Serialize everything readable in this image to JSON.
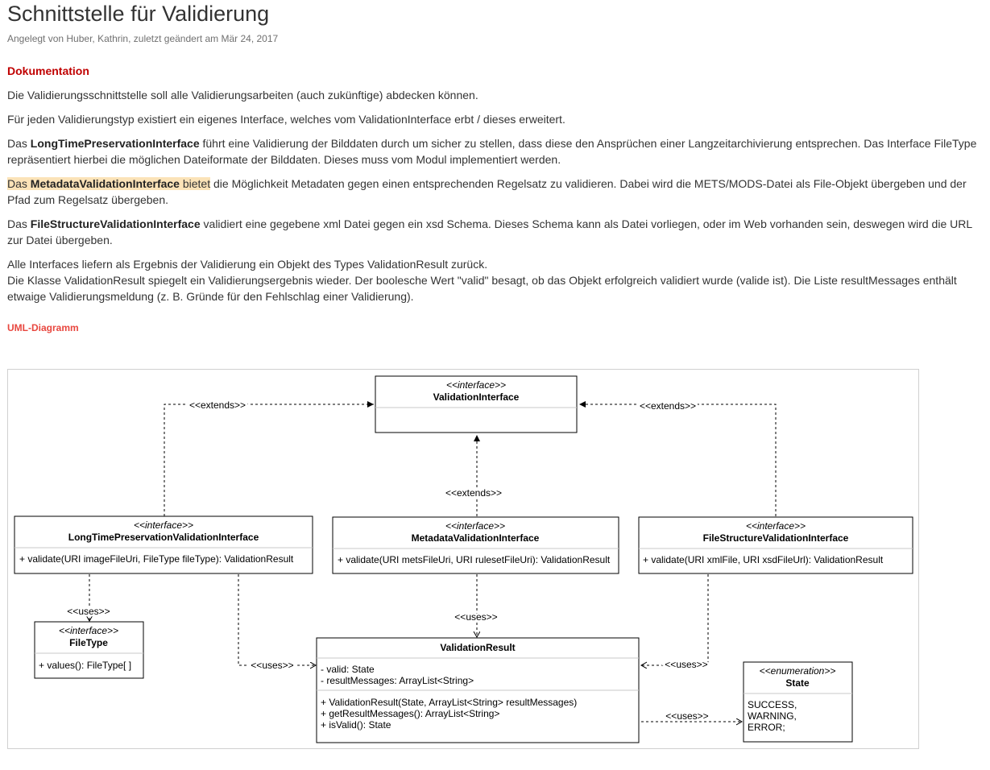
{
  "page": {
    "title": "Schnittstelle für Validierung",
    "meta": "Angelegt von Huber, Kathrin, zuletzt geändert am Mär 24, 2017",
    "section_doc": "Dokumentation",
    "section_uml": "UML-Diagramm"
  },
  "paragraphs": {
    "p1": "Die Validierungsschnittstelle soll alle Validierungsarbeiten (auch zukünftige) abdecken können.",
    "p2": "Für jeden Validierungstyp existiert ein eigenes Interface, welches vom ValidationInterface erbt / dieses erweitert.",
    "p3_a": "Das ",
    "p3_b": "LongTimePreservationInterface",
    "p3_c": " führt eine Validierung der Bilddaten durch um sicher zu stellen, dass diese den Ansprüchen einer Langzeitarchivierung entsprechen. Das Interface FileType repräsentiert hierbei die möglichen Dateiformate der Bilddaten. Dieses muss vom Modul implementiert werden.",
    "p4_a": "Das ",
    "p4_b": "MetadataValidationInterface",
    "p4_c": " bietet",
    "p4_d": " die Möglichkeit Metadaten gegen einen entsprechenden Regelsatz zu validieren. Dabei wird die METS/MODS-Datei als File-Objekt übergeben und der Pfad zum Regelsatz übergeben.",
    "p5_a": "Das ",
    "p5_b": "FileStructureValidationInterface",
    "p5_c": " validiert eine gegebene xml Datei gegen ein xsd Schema. Dieses Schema kann als Datei vorliegen, oder im Web vorhanden sein, deswegen wird die URL zur Datei übergeben.",
    "p6_a": "Alle Interfaces liefern als Ergebnis der Validierung ein Objekt des Types ValidationResult zurück.",
    "p6_b": "Die Klasse ValidationResult spiegelt ein Validierungsergebnis wieder. Der boolesche Wert \"valid\" besagt, ob das Objekt erfolgreich validiert wurde (valide ist). Die Liste resultMessages enthält etwaige Validierungsmeldung (z. B. Gründe für den Fehlschlag einer Validierung)."
  },
  "uml": {
    "validation_interface": {
      "stereotype": "<<interface>>",
      "name": "ValidationInterface"
    },
    "long_time": {
      "stereotype": "<<interface>>",
      "name": "LongTimePreservationValidationInterface",
      "method": "+ validate(URI imageFileUri, FileType fileType): ValidationResult"
    },
    "metadata": {
      "stereotype": "<<interface>>",
      "name": "MetadataValidationInterface",
      "method": "+ validate(URI metsFileUri, URI rulesetFileUri): ValidationResult"
    },
    "file_structure": {
      "stereotype": "<<interface>>",
      "name": "FileStructureValidationInterface",
      "method": "+ validate(URI xmlFile, URI xsdFileUrl): ValidationResult"
    },
    "file_type": {
      "stereotype": "<<interface>>",
      "name": "FileType",
      "method": "+ values(): FileType[ ]"
    },
    "validation_result": {
      "name": "ValidationResult",
      "attr1": "- valid: State",
      "attr2": "- resultMessages: ArrayList<String>",
      "op1": "+ ValidationResult(State, ArrayList<String> resultMessages)",
      "op2": "+ getResultMessages(): ArrayList<String>",
      "op3": "+ isValid(): State"
    },
    "state": {
      "stereotype": "<<enumeration>>",
      "name": "State",
      "v1": "SUCCESS,",
      "v2": "WARNING,",
      "v3": "ERROR;"
    },
    "labels": {
      "extends": "<<extends>>",
      "uses": "<<uses>>"
    }
  }
}
